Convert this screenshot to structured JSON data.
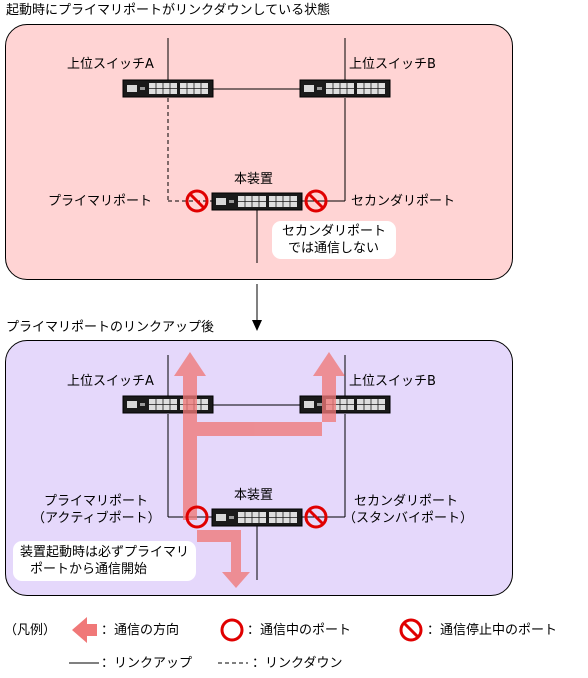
{
  "top": {
    "title": "起動時にプライマリポートがリンクダウンしている状態",
    "switch_a": "上位スイッチA",
    "switch_b": "上位スイッチB",
    "device": "本装置",
    "primary_port": "プライマリポート",
    "secondary_port": "セカンダリポート",
    "note_line1": "セカンダリポート",
    "note_line2": "では通信しない"
  },
  "bottom": {
    "title": "プライマリポートのリンクアップ後",
    "switch_a": "上位スイッチA",
    "switch_b": "上位スイッチB",
    "device": "本装置",
    "primary_port_line1": "プライマリポート",
    "primary_port_line2": "（アクティブポート）",
    "secondary_port_line1": "セカンダリポート",
    "secondary_port_line2": "（スタンバイポート）",
    "note_line1": "装置起動時は必ずプライマリ",
    "note_line2": "ポートから通信開始"
  },
  "legend": {
    "title": "（凡例）",
    "direction": "：通信の方向",
    "active_port": "：通信中のポート",
    "stopped_port": "：通信停止中のポート",
    "link_up": "：リンクアップ",
    "link_down": "：リンクダウン"
  },
  "colors": {
    "top_panel": "#ffd4d4",
    "bottom_panel": "#e5d8fb",
    "arrow": "#f07878",
    "port_marker": "#e00000"
  }
}
